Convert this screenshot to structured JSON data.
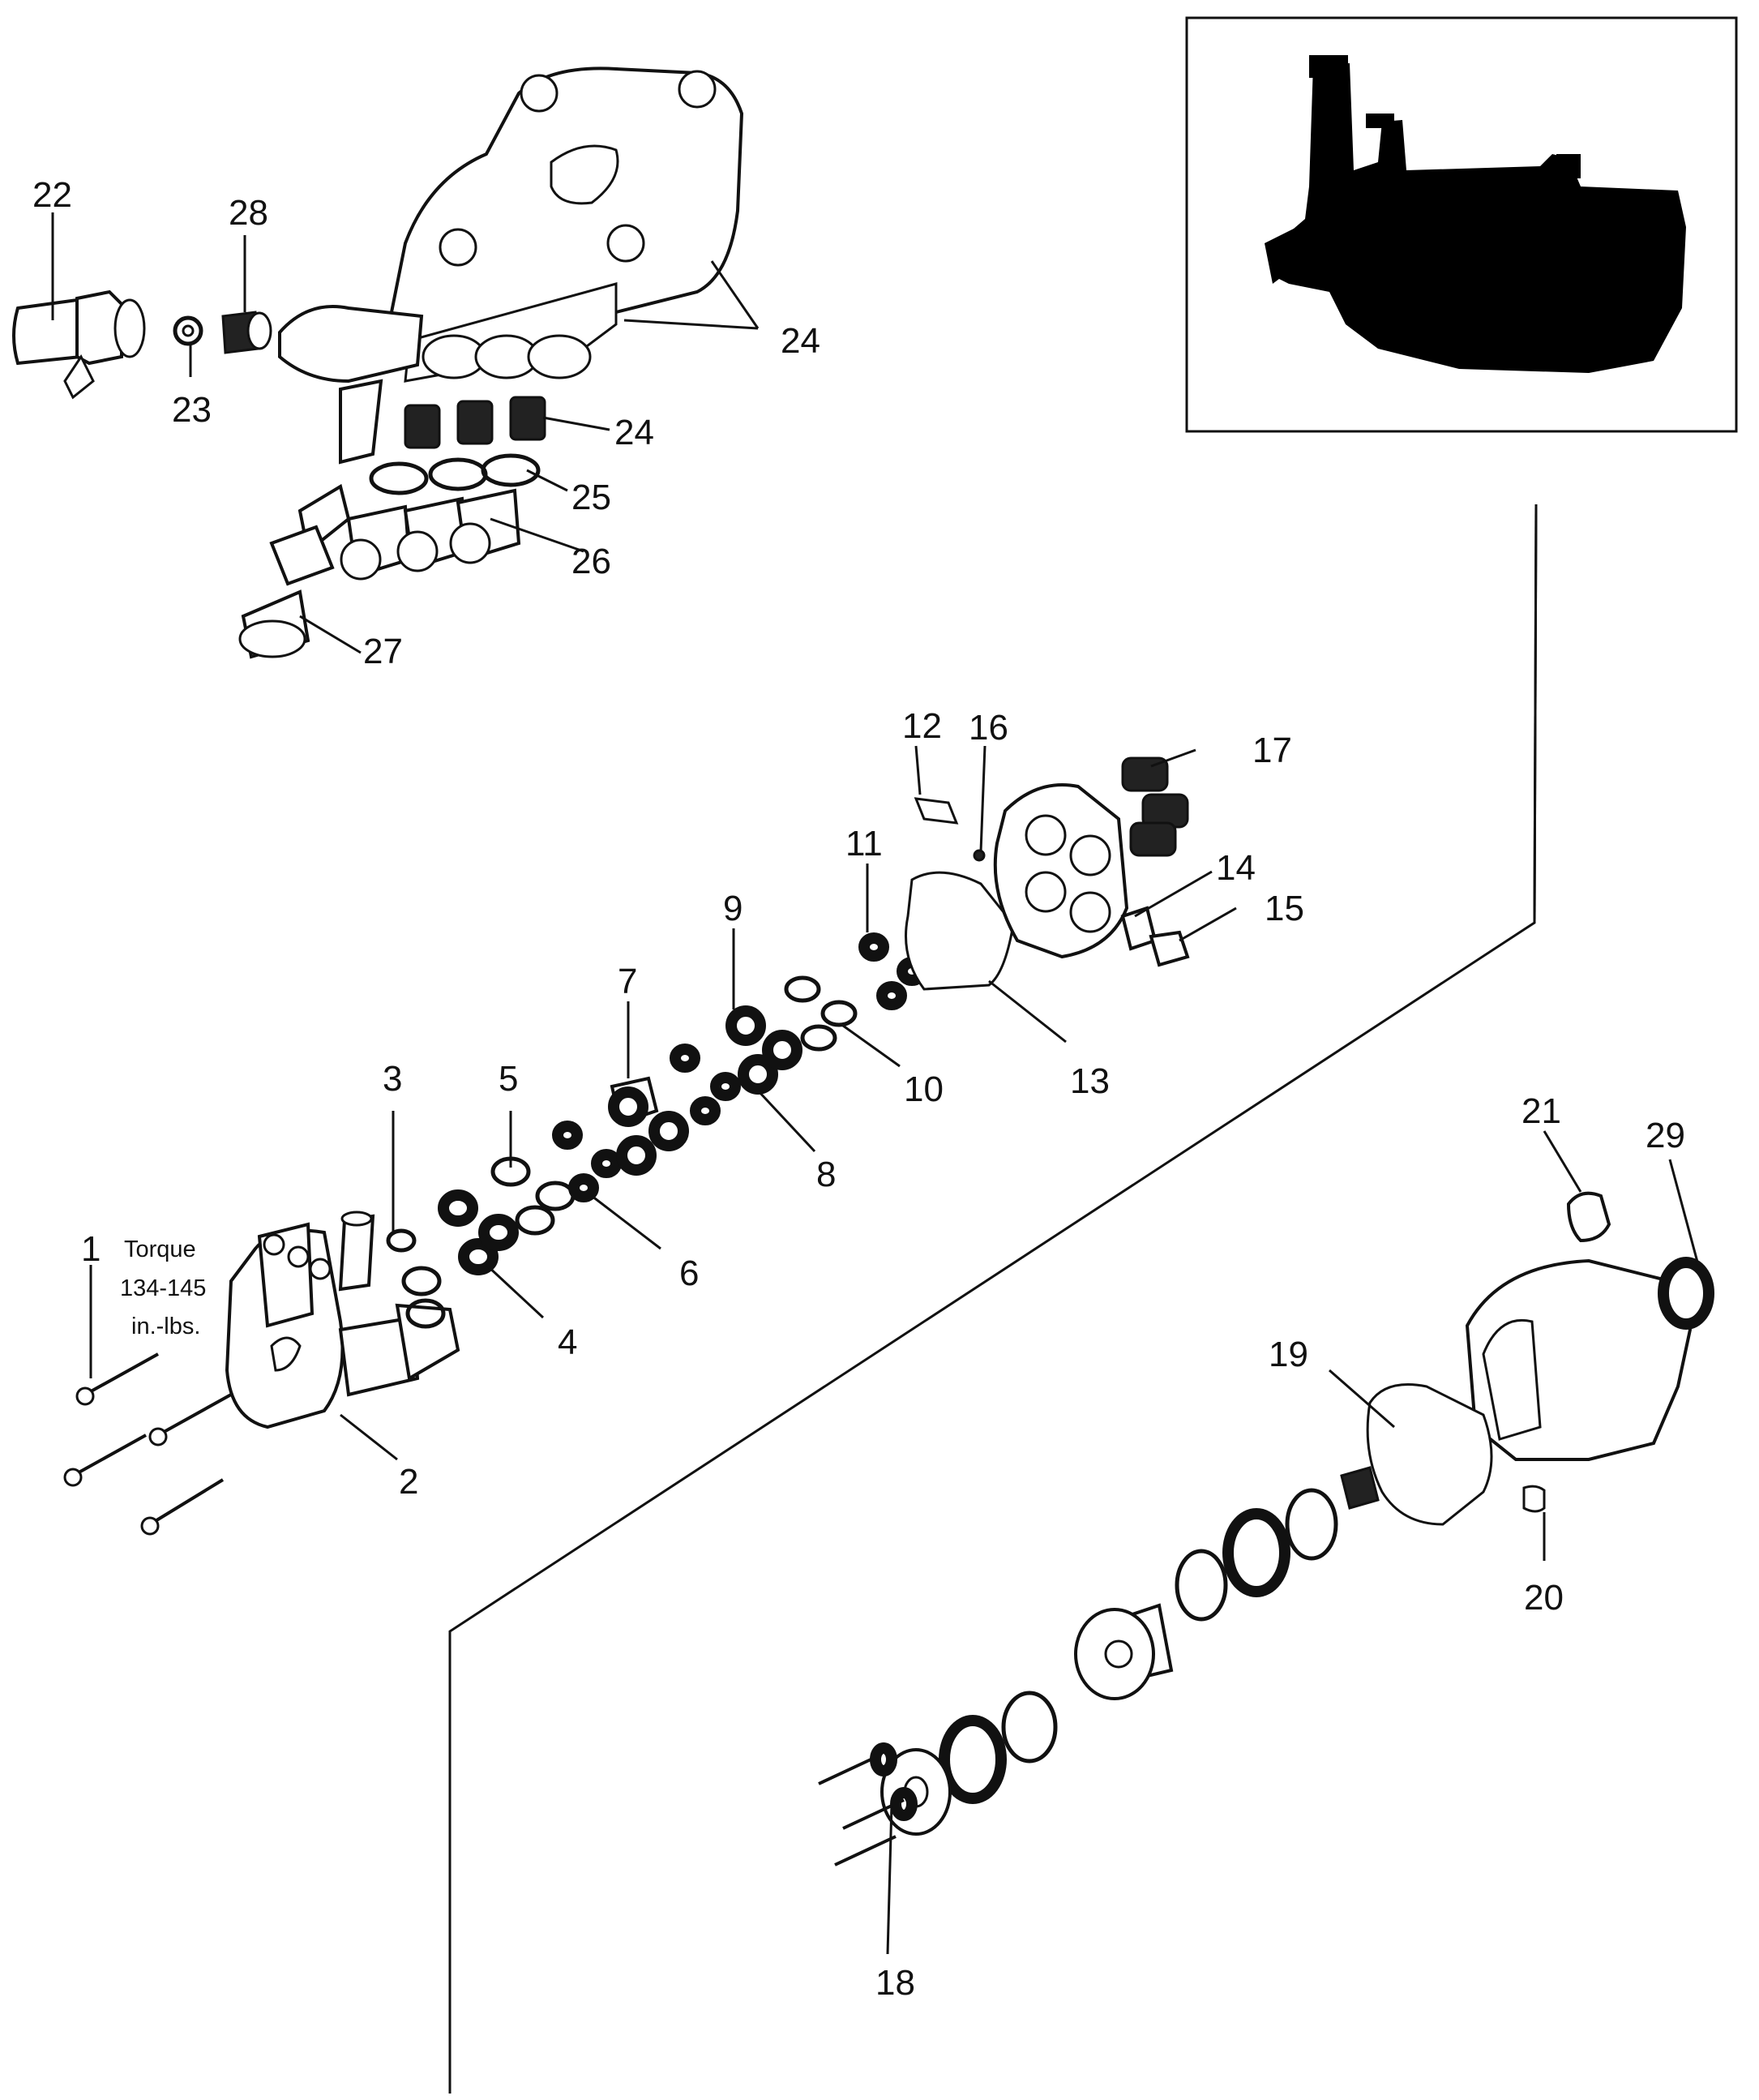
{
  "callouts": {
    "c1": "1",
    "c2": "2",
    "c3": "3",
    "c4": "4",
    "c5": "5",
    "c6": "6",
    "c7": "7",
    "c8": "8",
    "c9": "9",
    "c10": "10",
    "c11": "11",
    "c12": "12",
    "c13": "13",
    "c14": "14",
    "c15": "15",
    "c16": "16",
    "c17": "17",
    "c18": "18",
    "c19": "19",
    "c20": "20",
    "c21": "21",
    "c22": "22",
    "c23": "23",
    "c24a": "24",
    "c24b": "24",
    "c25": "25",
    "c26": "26",
    "c27": "27",
    "c28": "28",
    "c29": "29"
  },
  "torque_note": {
    "line1": "Torque",
    "line2": "134-145",
    "line3": "in.-lbs."
  }
}
